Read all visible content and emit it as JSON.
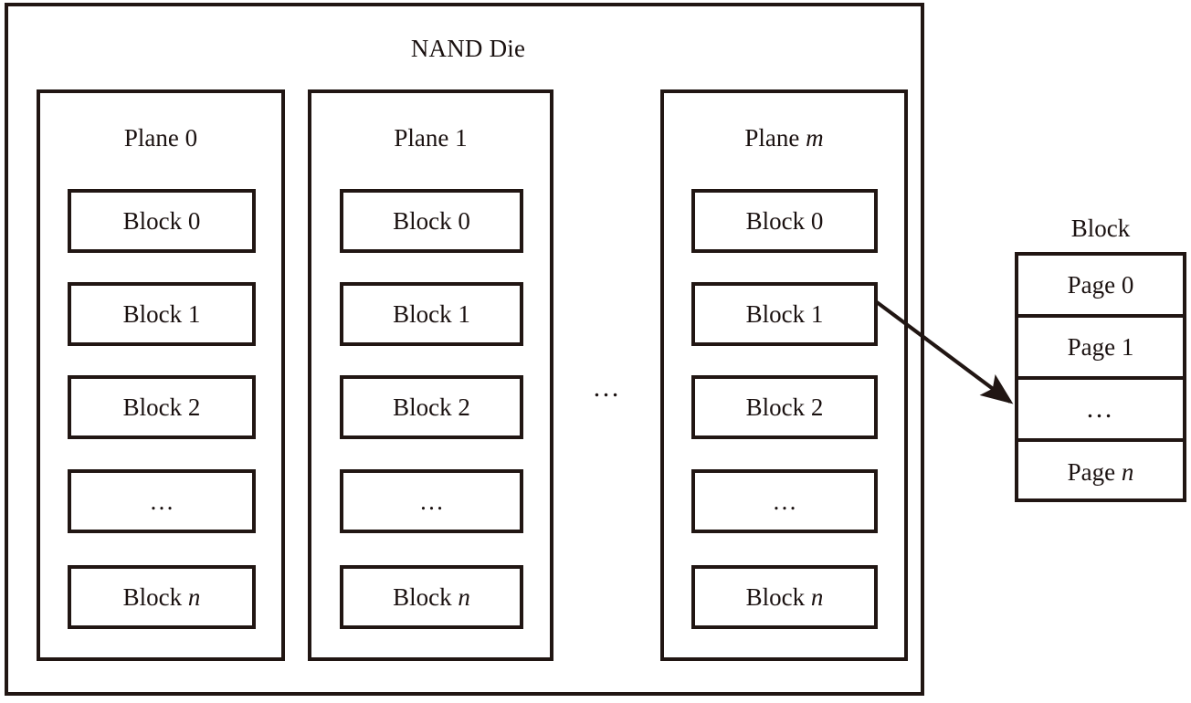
{
  "diagram": {
    "title": "NAND Die",
    "planes": [
      {
        "label": "Plane 0",
        "blocks": [
          "Block 0",
          "Block 1",
          "Block 2",
          "…",
          "Block n"
        ]
      },
      {
        "label": "Plane 1",
        "blocks": [
          "Block 0",
          "Block 1",
          "Block 2",
          "…",
          "Block n"
        ]
      },
      {
        "label": "Plane m",
        "blocks": [
          "Block 0",
          "Block 1",
          "Block 2",
          "…",
          "Block n"
        ]
      }
    ],
    "plane_gap_ellipsis": "…",
    "detail": {
      "title": "Block",
      "pages": [
        "Page 0",
        "Page 1",
        "…",
        "Page n"
      ]
    },
    "colors": {
      "stroke": "#211613",
      "background": "#ffffff",
      "text": "#1a1110"
    }
  }
}
